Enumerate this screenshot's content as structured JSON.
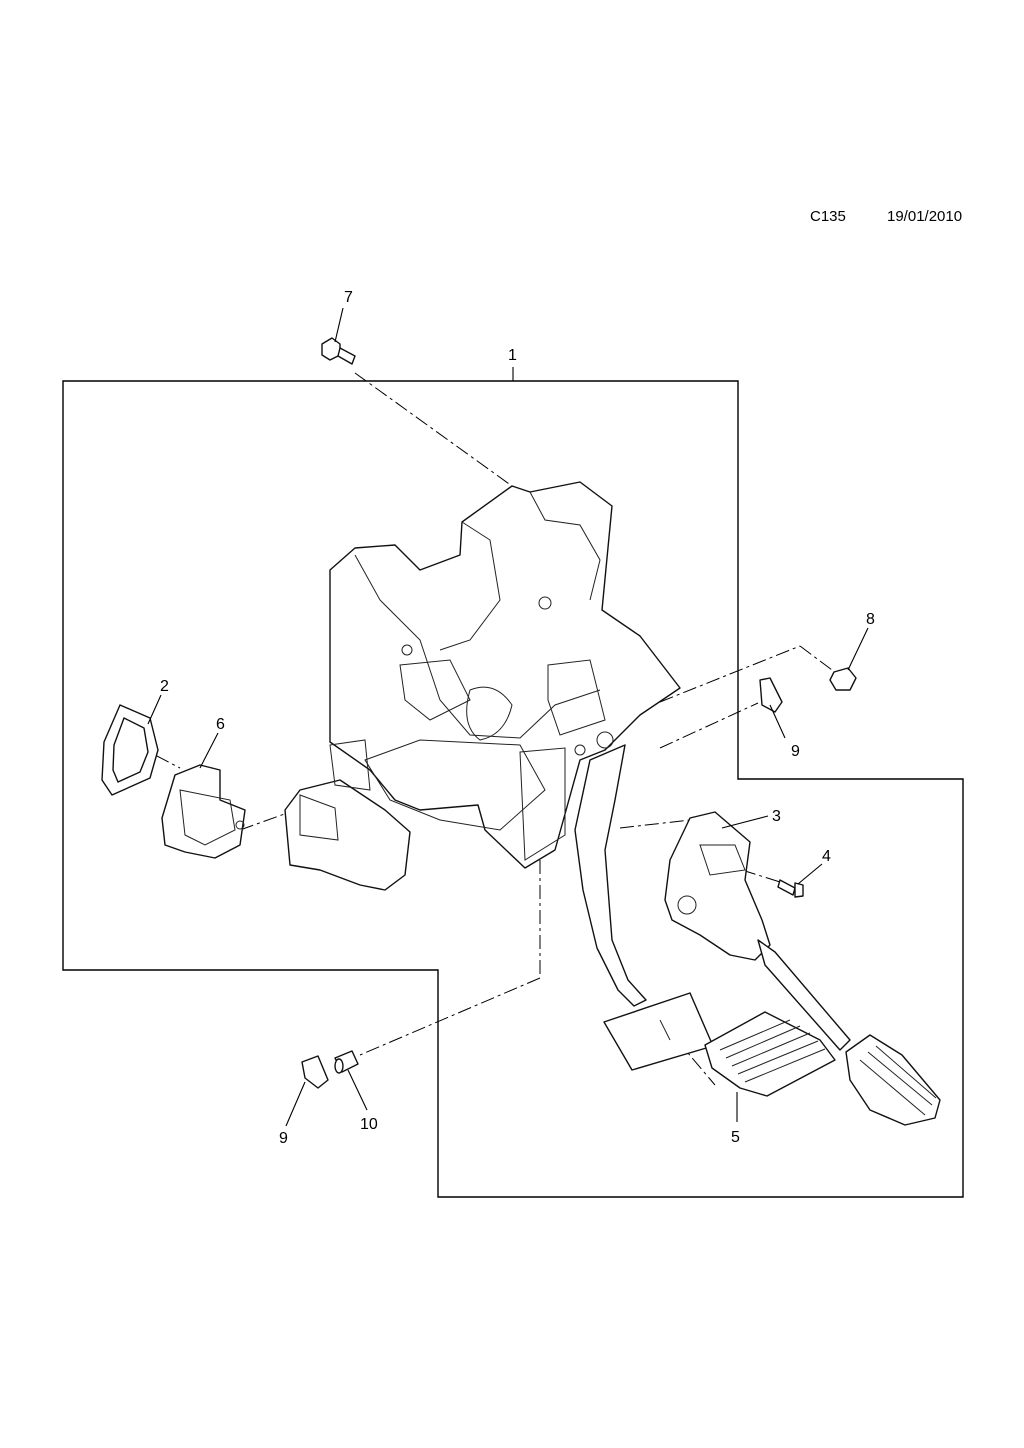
{
  "header": {
    "code": "C135",
    "date": "19/01/2010"
  },
  "callouts": {
    "c1": "1",
    "c2": "2",
    "c3": "3",
    "c4": "4",
    "c5": "5",
    "c6": "6",
    "c7": "7",
    "c8": "8",
    "c9a": "9",
    "c9b": "9",
    "c10": "10"
  }
}
